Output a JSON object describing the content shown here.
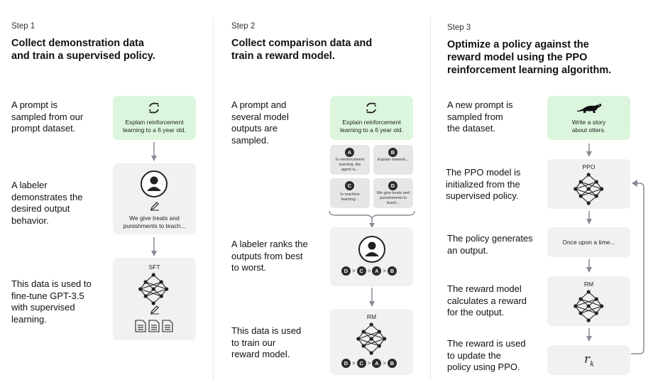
{
  "steps": [
    {
      "label": "Step 1",
      "title_line1": "Collect demonstration data",
      "title_line2": "and train a supervised policy.",
      "desc1": [
        "A prompt is",
        "sampled from our",
        "prompt dataset."
      ],
      "desc2": [
        "A labeler",
        "demonstrates the",
        "desired output",
        "behavior."
      ],
      "desc3": [
        "This data is used to",
        "fine-tune GPT-3.5",
        "with supervised",
        "learning."
      ],
      "prompt_box": [
        "Explain reinforcement",
        "learning to a 6 year old."
      ],
      "demo_box": [
        "We give treats and",
        "punishments to teach..."
      ],
      "model_label": "SFT"
    },
    {
      "label": "Step 2",
      "title_line1": "Collect comparison data and",
      "title_line2": "train a reward model.",
      "desc1": [
        "A prompt and",
        "several model",
        "outputs are",
        "sampled."
      ],
      "desc2": [
        "A labeler ranks the",
        "outputs from best",
        "to worst."
      ],
      "desc3": [
        "This data is used",
        "to train our",
        "reward model."
      ],
      "prompt_box": [
        "Explain reinforcement",
        "learning to a 6 year old."
      ],
      "outputs": [
        {
          "badge": "A",
          "text": [
            "In reinforcement",
            "learning, the",
            "agent is..."
          ]
        },
        {
          "badge": "B",
          "text": [
            "Explain rewards..."
          ]
        },
        {
          "badge": "C",
          "text": [
            "In machine",
            "learning..."
          ]
        },
        {
          "badge": "D",
          "text": [
            "We give treats and",
            "punishments to",
            "teach..."
          ]
        }
      ],
      "ranking": [
        "D",
        "C",
        "A",
        "B"
      ],
      "rank_separator": ">",
      "model_label": "RM"
    },
    {
      "label": "Step 3",
      "title_line1": "Optimize a policy against the",
      "title_line2": "reward model using the PPO",
      "title_line3": "reinforcement learning algorithm.",
      "desc1": [
        "A new prompt is",
        "sampled from",
        "the dataset."
      ],
      "desc2": [
        "The PPO model is",
        "initialized from the",
        "supervised policy."
      ],
      "desc3": [
        "The policy generates",
        "an output."
      ],
      "desc4": [
        "The reward model",
        "calculates a reward",
        "for the output."
      ],
      "desc5": [
        "The reward is used",
        "to update the",
        "policy using PPO."
      ],
      "prompt_box": [
        "Write a story",
        "about otters."
      ],
      "ppo_label": "PPO",
      "output_text": "Once upon a time...",
      "rm_label": "RM",
      "reward_symbol": "r",
      "reward_sub": "k"
    }
  ],
  "colors": {
    "green_box": "#dcf5dd",
    "grey_box": "#f1f1f1",
    "arrow": "#8a8a96",
    "badge": "#2b2b2b"
  }
}
